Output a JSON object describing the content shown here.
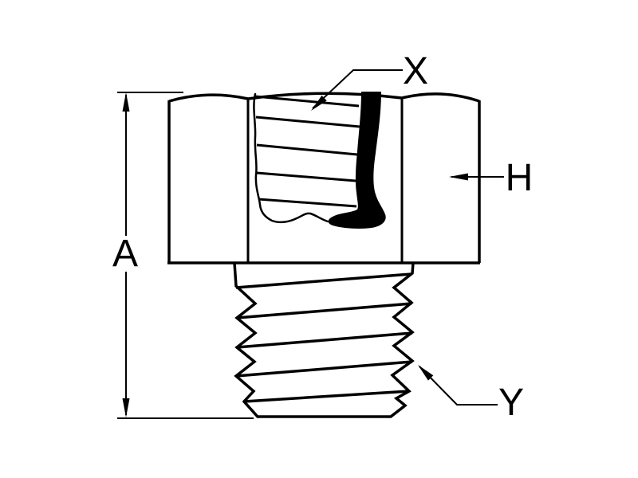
{
  "page": {
    "background_color": "#ffffff"
  },
  "diagram": {
    "type": "technical-line-drawing",
    "subject": "hex-head threaded fastener with broken-out section of head showing internal detail",
    "line_color": "#000000",
    "labels": {
      "dimension_a": "A",
      "callout_x": "X",
      "callout_h": "H",
      "callout_y": "Y"
    }
  }
}
